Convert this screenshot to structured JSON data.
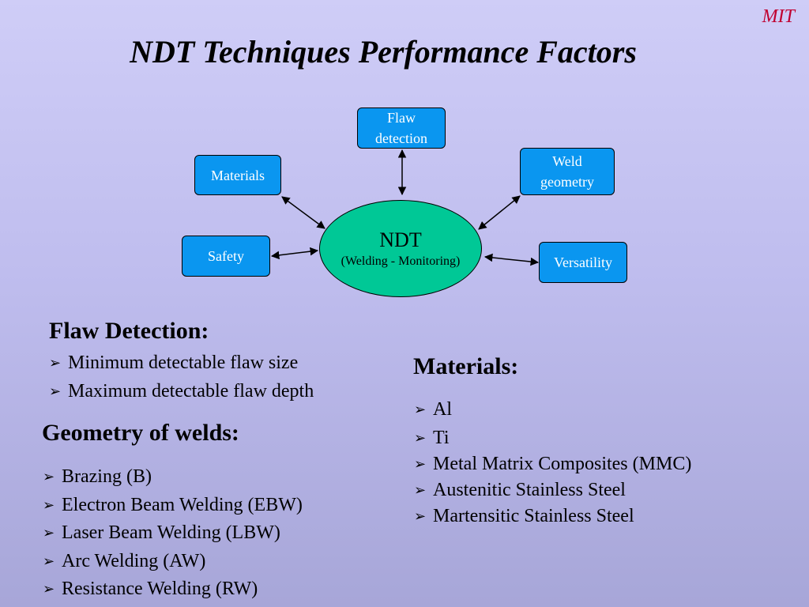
{
  "logo": "MIT",
  "title": "NDT Techniques Performance Factors",
  "diagram": {
    "center": {
      "title": "NDT",
      "subtitle": "(Welding  - Monitoring)"
    },
    "nodes": [
      {
        "id": "flaw-detection",
        "label": "Flaw\ndetection"
      },
      {
        "id": "materials",
        "label": "Materials"
      },
      {
        "id": "weld-geometry",
        "label": "Weld\ngeometry"
      },
      {
        "id": "safety",
        "label": "Safety"
      },
      {
        "id": "versatility",
        "label": "Versatility"
      }
    ]
  },
  "bullet_glyph": "➢",
  "sections": {
    "flaw_detection": {
      "heading": "Flaw Detection:",
      "items": [
        "Minimum detectable flaw size",
        "Maximum detectable flaw depth"
      ]
    },
    "geometry": {
      "heading": "Geometry of welds:",
      "items": [
        "Brazing (B)",
        "Electron Beam Welding (EBW)",
        "Laser Beam Welding (LBW)",
        "Arc Welding (AW)",
        "Resistance Welding (RW)"
      ]
    },
    "materials": {
      "heading": "Materials:",
      "items": [
        "Al",
        "Ti",
        "Metal Matrix Composites (MMC)",
        "Austenitic Stainless Steel",
        "Martensitic Stainless Steel"
      ]
    }
  }
}
